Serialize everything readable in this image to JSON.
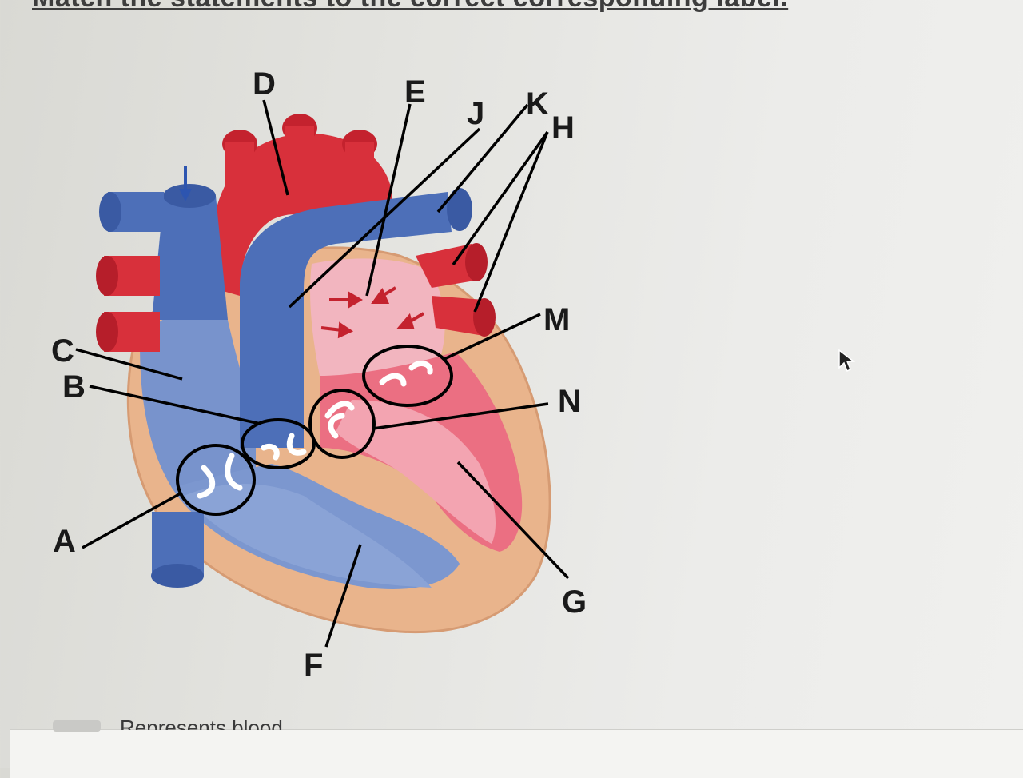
{
  "heading": "Match the statements to the correct corresponding label.",
  "labels": [
    "A",
    "B",
    "C",
    "D",
    "E",
    "F",
    "G",
    "H",
    "J",
    "K",
    "M",
    "N"
  ],
  "bottom_text": "Represents blood...",
  "colors": {
    "oxygenated": "#d8303b",
    "deoxygenated": "#4d6fb8",
    "wall": "#e9b48c",
    "leader_line": "#000000"
  },
  "icons": [
    "arrow-cursor-icon"
  ]
}
